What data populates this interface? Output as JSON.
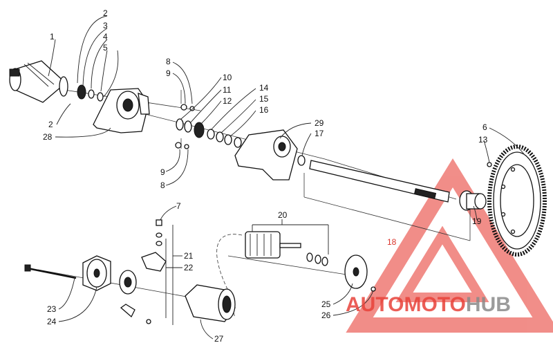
{
  "callouts": [
    {
      "id": "c1",
      "text": "1"
    },
    {
      "id": "c2a",
      "text": "2"
    },
    {
      "id": "c3",
      "text": "3"
    },
    {
      "id": "c4",
      "text": "4"
    },
    {
      "id": "c5",
      "text": "5"
    },
    {
      "id": "c2b",
      "text": "2"
    },
    {
      "id": "c28",
      "text": "28"
    },
    {
      "id": "c8a",
      "text": "8"
    },
    {
      "id": "c9a",
      "text": "9"
    },
    {
      "id": "c10",
      "text": "10"
    },
    {
      "id": "c11",
      "text": "11"
    },
    {
      "id": "c12",
      "text": "12"
    },
    {
      "id": "c14",
      "text": "14"
    },
    {
      "id": "c15",
      "text": "15"
    },
    {
      "id": "c16",
      "text": "16"
    },
    {
      "id": "c29",
      "text": "29"
    },
    {
      "id": "c17",
      "text": "17"
    },
    {
      "id": "c9b",
      "text": "9"
    },
    {
      "id": "c8b",
      "text": "8"
    },
    {
      "id": "c6",
      "text": "6"
    },
    {
      "id": "c13",
      "text": "13"
    },
    {
      "id": "c19",
      "text": "19"
    },
    {
      "id": "c18",
      "text": "18"
    },
    {
      "id": "c7",
      "text": "7"
    },
    {
      "id": "c20",
      "text": "20"
    },
    {
      "id": "c21",
      "text": "21"
    },
    {
      "id": "c22",
      "text": "22"
    },
    {
      "id": "c23",
      "text": "23"
    },
    {
      "id": "c24",
      "text": "24"
    },
    {
      "id": "c25",
      "text": "25"
    },
    {
      "id": "c26",
      "text": "26"
    },
    {
      "id": "c27",
      "text": "27"
    }
  ],
  "watermark": {
    "part1": "AUTO",
    "part2": "MOTO",
    "part3": "HUB",
    "color_red": "#e8423a",
    "color_gray": "#8a8a8a"
  }
}
